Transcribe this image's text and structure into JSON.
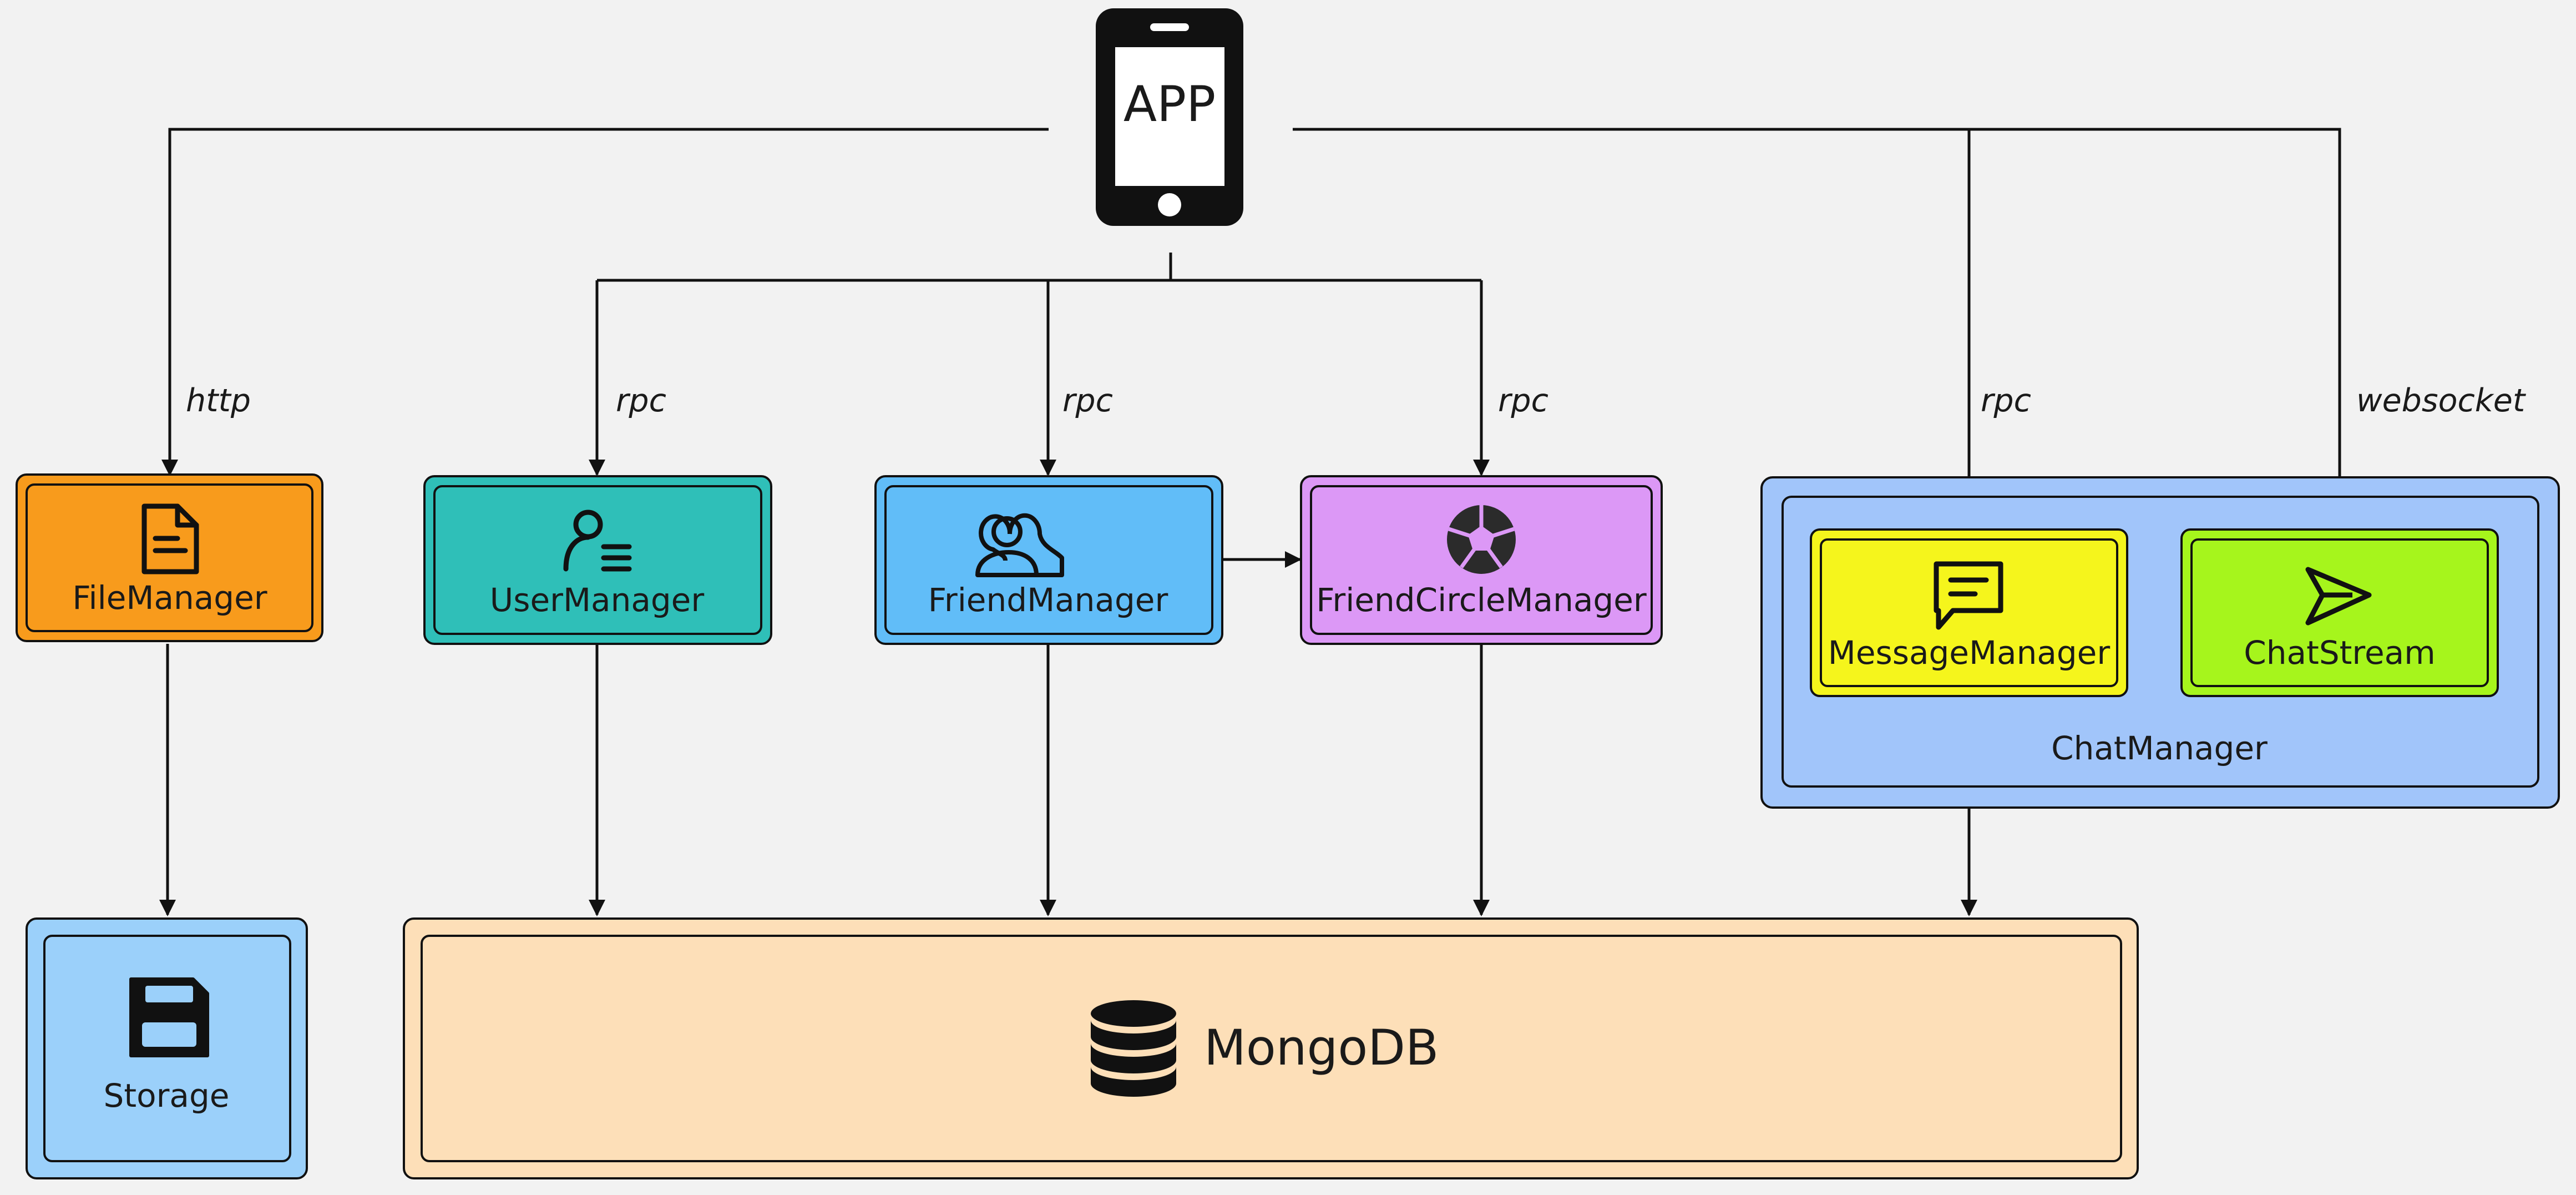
{
  "app": {
    "label": "APP"
  },
  "protocols": {
    "file": "http",
    "user": "rpc",
    "friend": "rpc",
    "circle": "rpc",
    "message": "rpc",
    "stream": "websocket"
  },
  "nodes": {
    "file_manager": {
      "label": "FileManager",
      "icon": "document-icon",
      "color": "#f89b1c"
    },
    "user_manager": {
      "label": "UserManager",
      "icon": "user-list-icon",
      "color": "#2fbfb8"
    },
    "friend_manager": {
      "label": "FriendManager",
      "icon": "two-users-icon",
      "color": "#61bdf8"
    },
    "friend_circle": {
      "label": "FriendCircleManager",
      "icon": "aperture-icon",
      "color": "#dc98f6"
    },
    "message_manager": {
      "label": "MessageManager",
      "icon": "message-bubble-icon",
      "color": "#f5f51c"
    },
    "chat_stream": {
      "label": "ChatStream",
      "icon": "send-icon",
      "color": "#a6f51c"
    },
    "chat_manager": {
      "label": "ChatManager",
      "color": "#a1c5fa"
    },
    "storage": {
      "label": "Storage",
      "icon": "floppy-disk-icon",
      "color": "#9bd0fa"
    },
    "mongodb": {
      "label": "MongoDB",
      "icon": "database-icon",
      "color": "#fddfb8"
    }
  }
}
